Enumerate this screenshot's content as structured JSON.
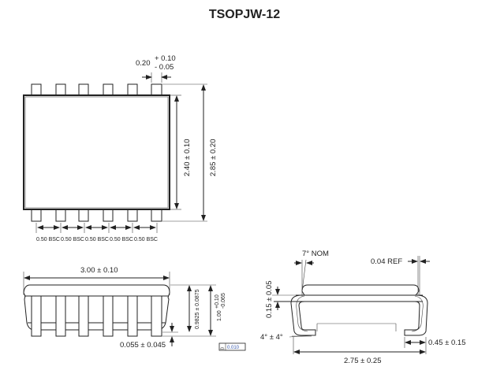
{
  "title": "TSOPJW-12",
  "top_view": {
    "lead_width": {
      "nominal": "0.20",
      "plus": "+ 0.10",
      "minus": "- 0.05"
    },
    "body_width": "2.40 ± 0.10",
    "overall_width": "2.85 ± 0.20",
    "pitch_labels": [
      "0.50 BSC",
      "0.50 BSC",
      "0.50 BSC",
      "0.50 BSC",
      "0.50 BSC"
    ]
  },
  "side_view": {
    "length": "3.00 ± 0.10",
    "body_height": "0.9825 ± 0.0875",
    "overall_height": {
      "nominal": "1.00",
      "plus": "+0.10",
      "minus": "-0.065"
    },
    "standoff": "0.055 ± 0.045",
    "coplanarity": {
      "symbol": "⌓",
      "value": "0.010"
    }
  },
  "end_view": {
    "draft_angle": "7° NOM",
    "ref": "0.04 REF",
    "lead_thickness": "0.15 ± 0.05",
    "foot_angle": "4° ± 4°",
    "foot_length": "0.45 ± 0.15",
    "overall": "2.75 ± 0.25"
  }
}
